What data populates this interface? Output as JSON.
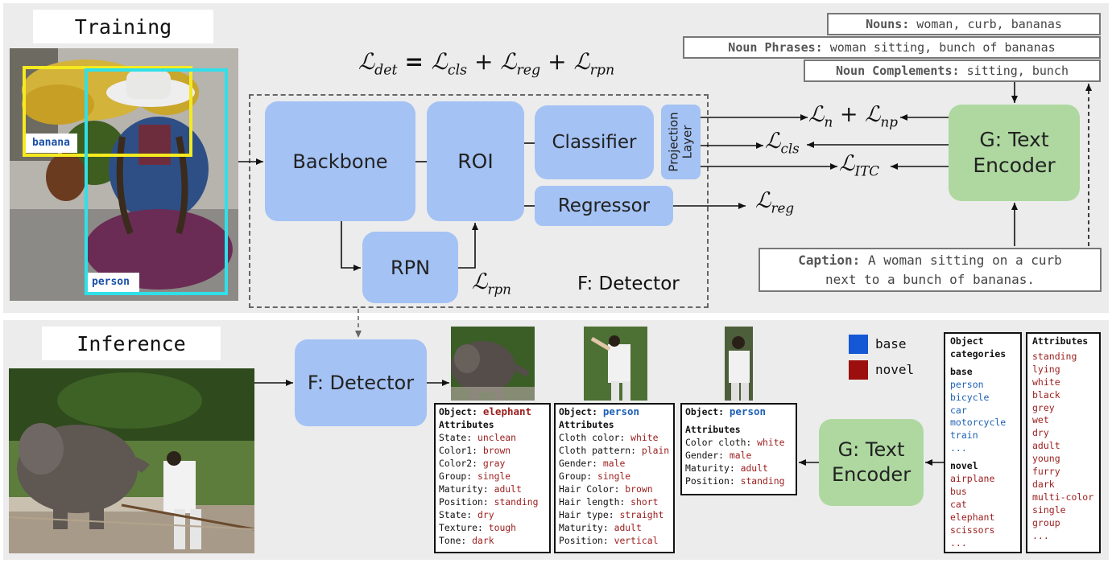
{
  "training": {
    "title": "Training",
    "loss_equation": {
      "lhs": "L",
      "lhs_sub": "det",
      "t1_sub": "cls",
      "t2_sub": "reg",
      "t3_sub": "rpn"
    },
    "image_labels": {
      "box1": "banana",
      "box2": "person"
    },
    "blocks": {
      "backbone": "Backbone",
      "roi": "ROI",
      "classifier": "Classifier",
      "projection": "Projection Layer",
      "regressor": "Regressor",
      "rpn": "RPN",
      "detector_label": "F: Detector",
      "text_encoder": "G: Text Encoder"
    },
    "losses": {
      "n_np": {
        "a": "n",
        "b": "np"
      },
      "cls": "cls",
      "itc": "ITC",
      "reg": "reg",
      "rpn": "rpn"
    },
    "nouns": {
      "key": "Nouns:",
      "value": "woman, curb, bananas"
    },
    "noun_phrases": {
      "key": "Noun Phrases:",
      "value": "woman sitting, bunch of bananas"
    },
    "noun_complements": {
      "key": "Noun Complements:",
      "value": "sitting, bunch"
    },
    "caption": {
      "key": "Caption:",
      "line1": "A woman sitting on a curb",
      "line2": "next to a bunch of bananas."
    }
  },
  "inference": {
    "title": "Inference",
    "detector": "F: Detector",
    "text_encoder": "G: Text Encoder",
    "legend": {
      "base": "base",
      "novel": "novel",
      "base_color": "#1558d6",
      "novel_color": "#9b0f0f"
    },
    "cards": [
      {
        "object_key": "Object:",
        "object": "elephant",
        "object_color": "#9b1c1c",
        "attr_title": "Attributes",
        "attrs": [
          {
            "k": "State:",
            "v": "unclean"
          },
          {
            "k": "Color1:",
            "v": "brown"
          },
          {
            "k": "Color2:",
            "v": "gray"
          },
          {
            "k": "Group:",
            "v": "single"
          },
          {
            "k": "Maturity:",
            "v": "adult"
          },
          {
            "k": "Position:",
            "v": "standing"
          },
          {
            "k": "State:",
            "v": "dry"
          },
          {
            "k": "Texture:",
            "v": "tough"
          },
          {
            "k": "Tone:",
            "v": "dark"
          }
        ]
      },
      {
        "object_key": "Object:",
        "object": "person",
        "object_color": "#1c5fb4",
        "attr_title": "Attributes",
        "attrs": [
          {
            "k": "Cloth color:",
            "v": "white"
          },
          {
            "k": "Cloth pattern:",
            "v": "plain"
          },
          {
            "k": "Gender:",
            "v": "male"
          },
          {
            "k": "Group:",
            "v": "single"
          },
          {
            "k": "Hair Color:",
            "v": "brown"
          },
          {
            "k": "Hair length:",
            "v": "short"
          },
          {
            "k": "Hair type:",
            "v": "straight"
          },
          {
            "k": "Maturity:",
            "v": "adult"
          },
          {
            "k": "Position:",
            "v": "vertical"
          }
        ]
      },
      {
        "object_key": "Object:",
        "object": "person",
        "object_color": "#1c5fb4",
        "attr_title": "Attributes",
        "attrs": [
          {
            "k": "Color cloth:",
            "v": "white"
          },
          {
            "k": "Gender:",
            "v": "male"
          },
          {
            "k": "Maturity:",
            "v": "adult"
          },
          {
            "k": "Position:",
            "v": "standing"
          }
        ]
      }
    ],
    "object_categories": {
      "title1": "Object",
      "title2": "categories",
      "base_title": "base",
      "base": [
        "person",
        "bicycle",
        "car",
        "motorcycle",
        "train",
        "..."
      ],
      "novel_title": "novel",
      "novel": [
        "airplane",
        "bus",
        "cat",
        "elephant",
        "scissors",
        "..."
      ]
    },
    "attributes_list": {
      "title": "Attributes",
      "items": [
        "standing",
        "lying",
        "white",
        "black",
        "grey",
        "wet",
        "dry",
        "adult",
        "young",
        "furry",
        "dark",
        "multi-color",
        "single",
        "group",
        "..."
      ]
    }
  }
}
